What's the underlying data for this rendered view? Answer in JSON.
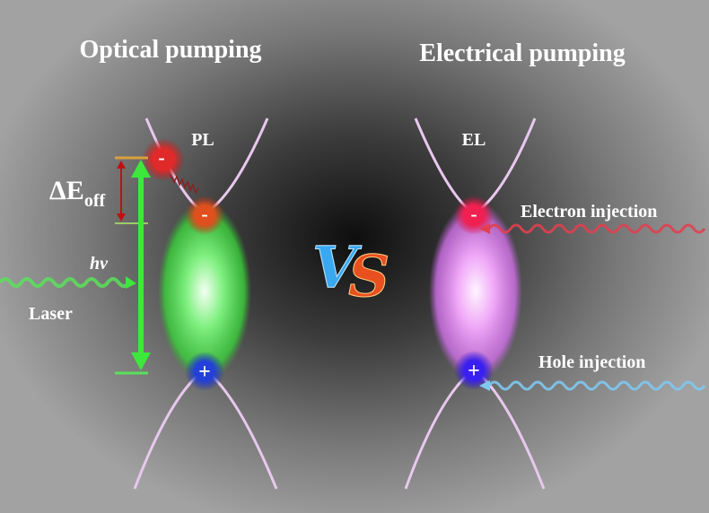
{
  "left": {
    "title": "Optical pumping",
    "emission": "PL",
    "energy_label": "ΔE",
    "energy_sub": "off",
    "photon": "hv",
    "source": "Laser",
    "electron_sign": "-",
    "hole_sign": "+"
  },
  "center": {
    "vs": "VS"
  },
  "right": {
    "title": "Electrical pumping",
    "emission": "EL",
    "electron_injection": "Electron injection",
    "hole_injection": "Hole injection",
    "electron_sign": "-",
    "hole_sign": "+"
  },
  "colors": {
    "green": "#3de83d",
    "red": "#d42020",
    "blue": "#2a3ed8",
    "pink": "#e07ae0"
  }
}
